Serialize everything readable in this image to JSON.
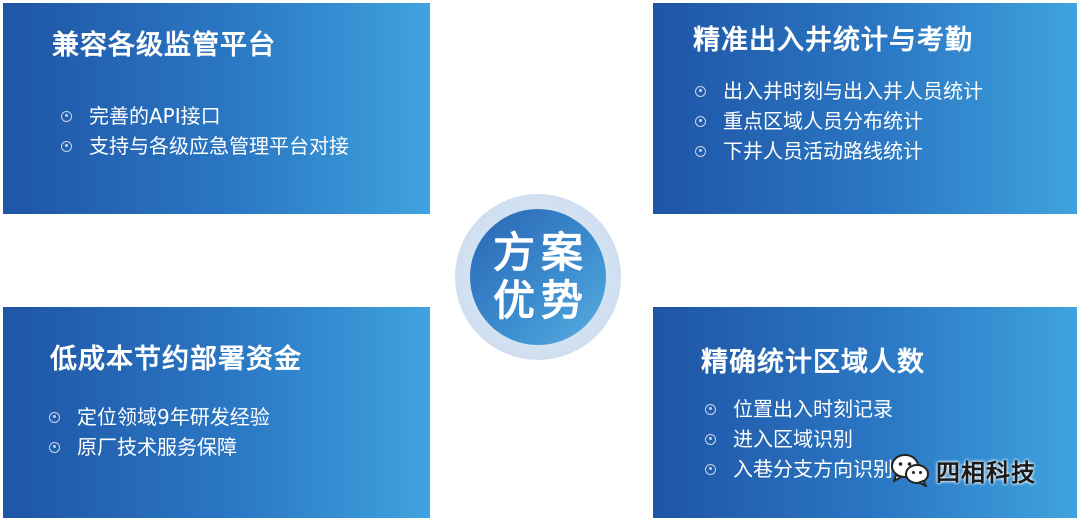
{
  "center": {
    "line1": "方案",
    "line2": "优势"
  },
  "cards": [
    {
      "title": "兼容各级监管平台",
      "items": [
        "完善的API接口",
        "支持与各级应急管理平台对接"
      ]
    },
    {
      "title": "精准出入井统计与考勤",
      "items": [
        "出入井时刻与出入井人员统计",
        "重点区域人员分布统计",
        "下井人员活动路线统计"
      ]
    },
    {
      "title": "低成本节约部署资金",
      "items": [
        "定位领域9年研发经验",
        "原厂技术服务保障"
      ]
    },
    {
      "title": "精确统计区域人数",
      "items": [
        "位置出入时刻记录",
        "进入区域识别",
        "入巷分支方向识别"
      ]
    }
  ],
  "watermark": {
    "icon": "wechat-icon",
    "brand": "四相科技"
  },
  "colors": {
    "card_start": "#1f55a6",
    "card_end": "#3fa3de",
    "center": "#2b64b4"
  }
}
